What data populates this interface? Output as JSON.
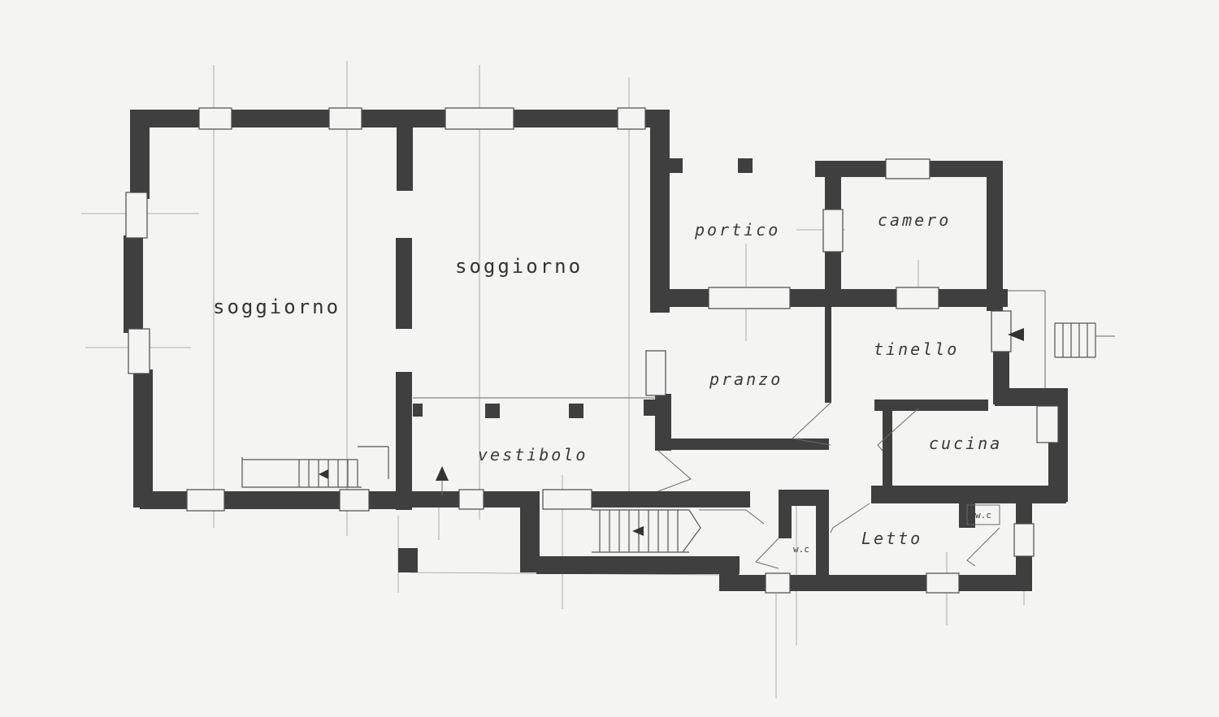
{
  "rooms": {
    "soggiorno_left": "soggiorno",
    "soggiorno_right": "soggiorno",
    "portico": "portico",
    "camera": "camero",
    "tinello": "tinello",
    "pranzo": "pranzo",
    "vestibolo": "vestibolo",
    "cucina": "cucina",
    "letto": "Letto",
    "wc_1": "w.c",
    "wc_2": "w.c"
  }
}
